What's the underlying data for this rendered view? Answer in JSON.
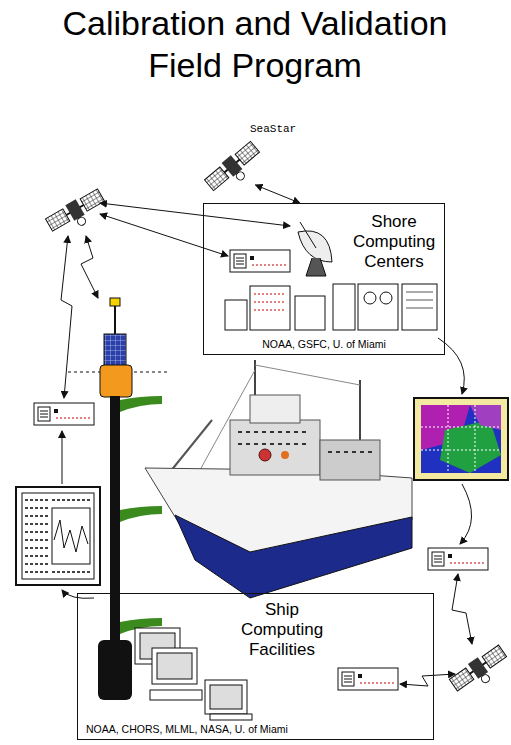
{
  "diagram": {
    "title": "Calibration and Validation Field Program",
    "nodes": [
      {
        "text": [
          "SeaStar"
        ]
      },
      {
        "text": [
          "Shore Computing Centers",
          "NOAA, GSFC, U. of Miami"
        ]
      },
      {
        "text": [
          "Ship Computing Facilities",
          "NOAA, CHORS, MLML, NASA, U. of Miami"
        ]
      }
    ],
    "edges": [
      {
        "from": 0,
        "to": 1,
        "arrow": "both"
      }
    ]
  }
}
